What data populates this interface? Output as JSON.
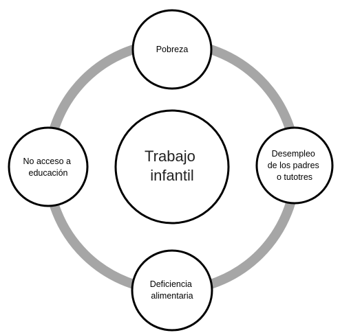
{
  "center": {
    "lines": [
      "Trabajo",
      "infantil"
    ]
  },
  "nodes": [
    {
      "id": "pobreza",
      "lines": [
        "Pobreza"
      ]
    },
    {
      "id": "desempleo",
      "lines": [
        "Desempleo",
        "de los padres",
        "o tutotres"
      ]
    },
    {
      "id": "deficiencia",
      "lines": [
        "Deficiencia",
        "alimentaria"
      ]
    },
    {
      "id": "no-acceso",
      "lines": [
        "No acceso a",
        "educación"
      ]
    }
  ],
  "colors": {
    "ring": "#a6a6a6",
    "outline": "#000000",
    "fill": "#ffffff"
  }
}
